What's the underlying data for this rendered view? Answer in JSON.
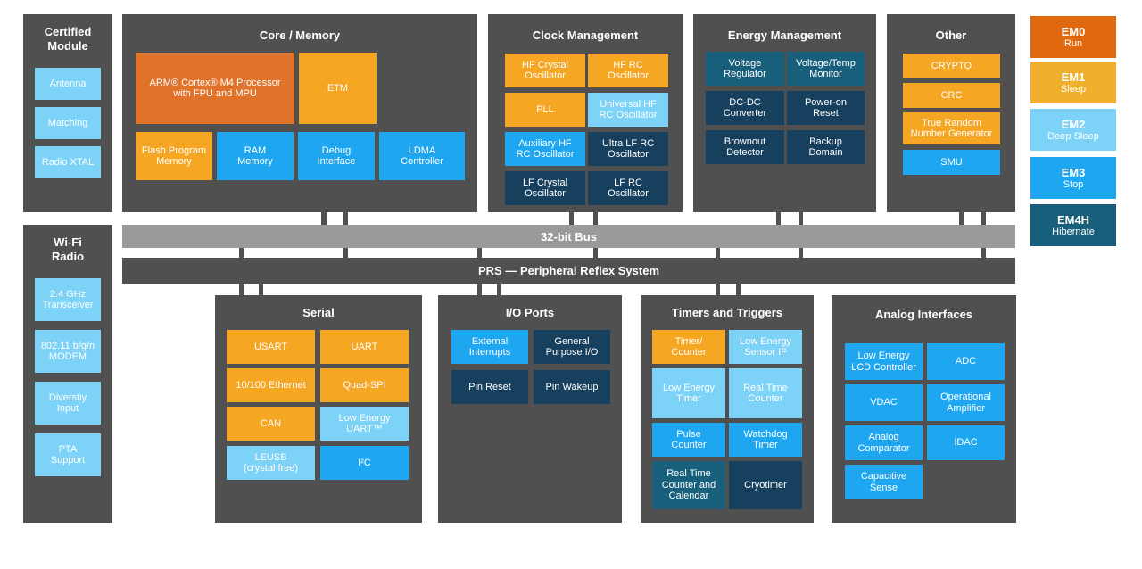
{
  "certified_module": {
    "title": "Certified\nModule",
    "items": [
      "Antenna",
      "Matching",
      "Radio XTAL"
    ]
  },
  "wifi_radio": {
    "title": "Wi-Fi\nRadio",
    "items": [
      "2.4 GHz\nTransceiver",
      "802.11 b/g/n\nMODEM",
      "Diverstiy\nInput",
      "PTA\nSupport"
    ]
  },
  "core_memory": {
    "title": "Core / Memory",
    "processor": "ARM® Cortex® M4 Processor\nwith FPU and MPU",
    "etm": "ETM",
    "flash": "Flash Program\nMemory",
    "ram": "RAM\nMemory",
    "debug": "Debug\nInterface",
    "ldma": "LDMA\nController"
  },
  "clock_management": {
    "title": "Clock Management",
    "items": [
      "HF Crystal\nOscillator",
      "HF RC\nOscillator",
      "PLL",
      "Universal HF\nRC Oscillator",
      "Auxiliary HF\nRC Oscillator",
      "Ultra LF RC\nOscillator",
      "LF Crystal\nOscillator",
      "LF RC\nOscillator"
    ]
  },
  "energy_management": {
    "title": "Energy Management",
    "items": [
      "Voltage\nRegulator",
      "Voltage/Temp\nMonitor",
      "DC-DC\nConverter",
      "Power-on\nReset",
      "Brownout\nDetector",
      "Backup\nDomain"
    ]
  },
  "other": {
    "title": "Other",
    "items": [
      "CRYPTO",
      "CRC",
      "True Random\nNumber Generator",
      "SMU"
    ]
  },
  "energy_modes": [
    {
      "name": "EM0",
      "desc": "Run",
      "color": "#E0680F"
    },
    {
      "name": "EM1",
      "desc": "Sleep",
      "color": "#F0AF2C"
    },
    {
      "name": "EM2",
      "desc": "Deep Sleep",
      "color": "#7DD3F7"
    },
    {
      "name": "EM3",
      "desc": "Stop",
      "color": "#1EA7F0"
    },
    {
      "name": "EM4H",
      "desc": "Hibernate",
      "color": "#175F7A"
    }
  ],
  "bus_label": "32-bit Bus",
  "prs_label": "PRS — Peripheral Reflex System",
  "serial": {
    "title": "Serial",
    "items": [
      "USART",
      "UART",
      "10/100 Ethernet",
      "Quad-SPI",
      "CAN",
      "Low Energy\nUART™",
      "LEUSB\n(crystal free)",
      "I²C"
    ]
  },
  "io_ports": {
    "title": "I/O Ports",
    "items": [
      "External\nInterrupts",
      "General\nPurpose I/O",
      "Pin Reset",
      "Pin Wakeup"
    ]
  },
  "timers": {
    "title": "Timers and Triggers",
    "items": [
      "Timer/\nCounter",
      "Low Energy\nSensor IF",
      "Low Energy\nTimer",
      "Real Time\nCounter",
      "Pulse\nCounter",
      "Watchdog\nTimer",
      "Real Time\nCounter and\nCalendar",
      "Cryotimer"
    ]
  },
  "analog": {
    "title": "Analog Interfaces",
    "items": [
      "Low Energy\nLCD Controller",
      "ADC",
      "VDAC",
      "Operational\nAmplifier",
      "Analog\nComparator",
      "IDAC",
      "Capacitive\nSense"
    ]
  }
}
